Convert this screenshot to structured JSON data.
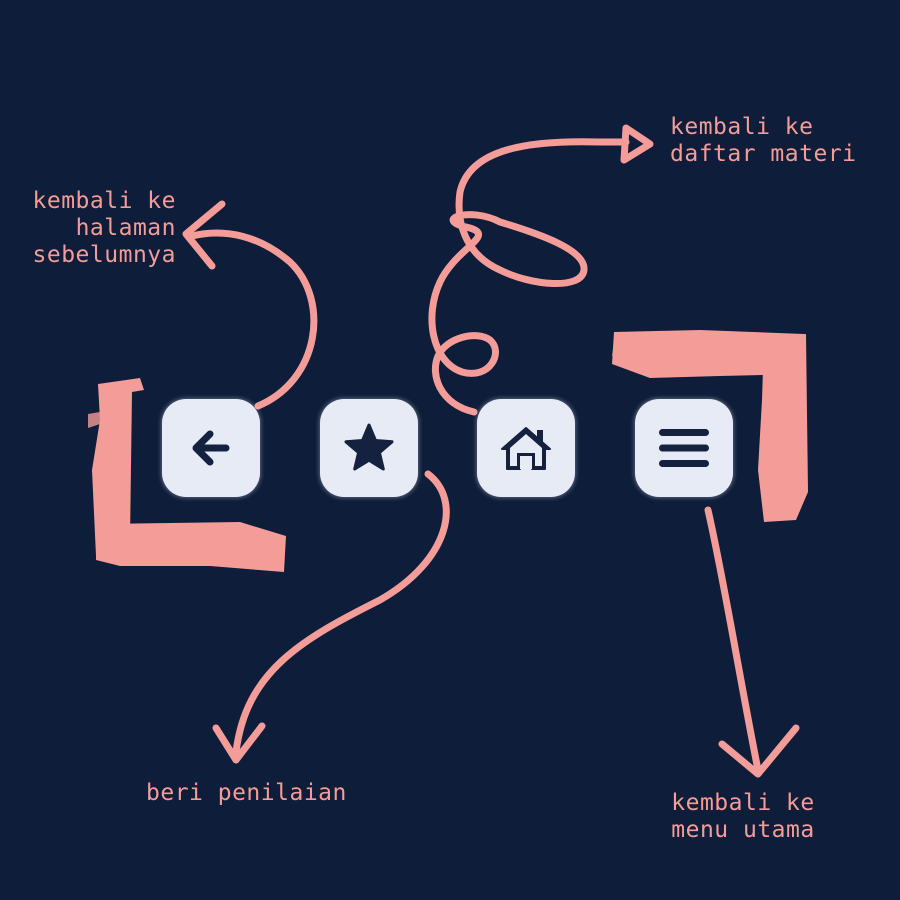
{
  "colors": {
    "background": "#0e1d3a",
    "button_fill": "#e6ebf5",
    "icon": "#14213f",
    "annotation": "#f49c98"
  },
  "buttons": [
    {
      "id": "back",
      "icon": "arrow-left-icon"
    },
    {
      "id": "rate",
      "icon": "star-icon"
    },
    {
      "id": "home",
      "icon": "home-icon"
    },
    {
      "id": "menu",
      "icon": "hamburger-menu-icon"
    }
  ],
  "annotations": {
    "back": {
      "lines": [
        "kembali ke",
        "halaman",
        "sebelumnya"
      ]
    },
    "list": {
      "lines": [
        "kembali ke",
        "daftar materi"
      ]
    },
    "rate": {
      "lines": [
        "beri penilaian"
      ]
    },
    "menu": {
      "lines": [
        "kembali ke",
        "menu utama"
      ]
    }
  }
}
